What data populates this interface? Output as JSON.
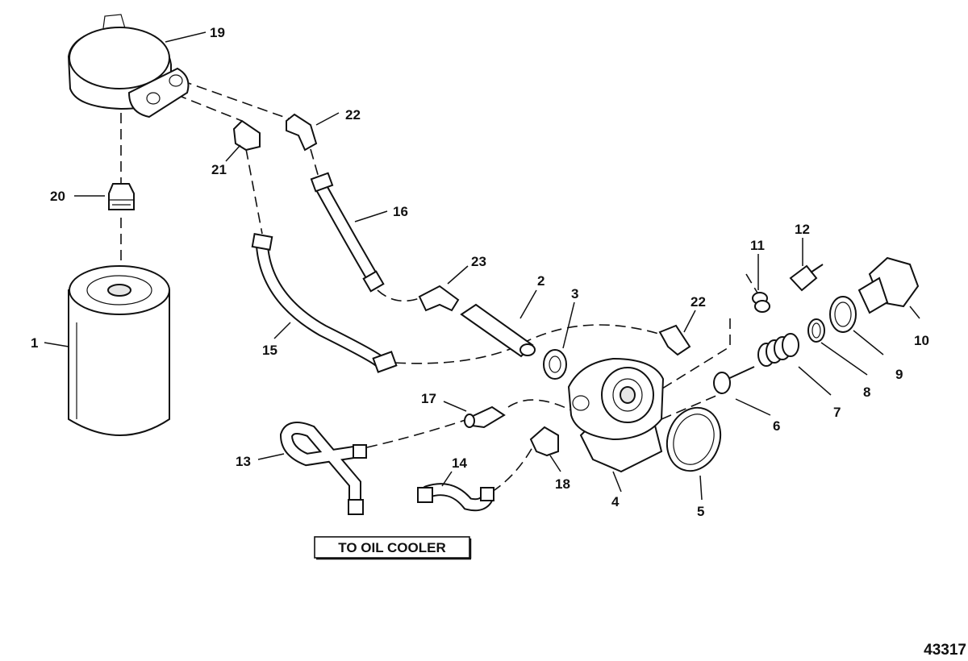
{
  "callout": "TO OIL COOLER",
  "figure_number": "43317",
  "labels": {
    "1": "1",
    "2": "2",
    "3": "3",
    "4": "4",
    "5": "5",
    "6": "6",
    "7": "7",
    "8": "8",
    "9": "9",
    "10": "10",
    "11": "11",
    "12": "12",
    "13": "13",
    "14": "14",
    "15": "15",
    "16": "16",
    "17": "17",
    "18": "18",
    "19": "19",
    "20": "20",
    "21": "21",
    "22a": "22",
    "22b": "22",
    "23": "23"
  }
}
